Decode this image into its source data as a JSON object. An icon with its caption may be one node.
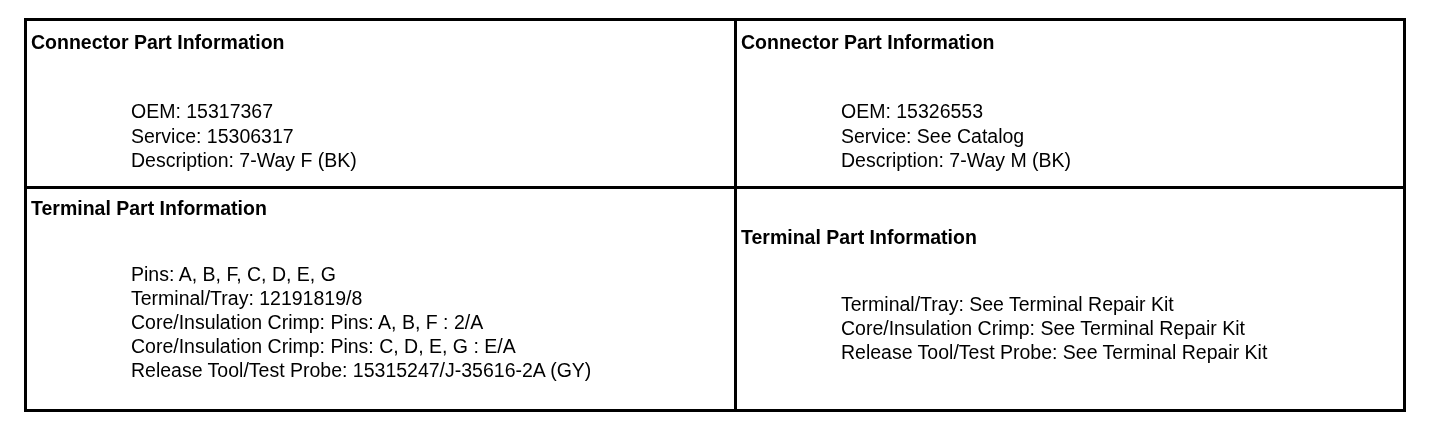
{
  "diagram": {
    "labels": [
      "Connector Part Information",
      "OEM: 15317367",
      "Service: 15306317",
      "Description: 7-Way F (BK)",
      "Connector Part Information",
      "OEM: 15326553",
      "Service: See Catalog",
      "Description: 7-Way M (BK)",
      "Terminal Part Information",
      "Pins: A, B, F, C, D, E, G",
      "Terminal/Tray: 12191819/8",
      "Core/Insulation Crimp: Pins: A, B, F : 2/A",
      "Core/Insulation Crimp: Pins: C, D, E, G : E/A",
      "Release Tool/Test Probe: 15315247/J-35616-2A (GY)",
      "Terminal Part Information",
      "Terminal/Tray: See Terminal Repair Kit",
      "Core/Insulation Crimp: See Terminal Repair Kit",
      "Release Tool/Test Probe: See Terminal Repair Kit"
    ]
  }
}
